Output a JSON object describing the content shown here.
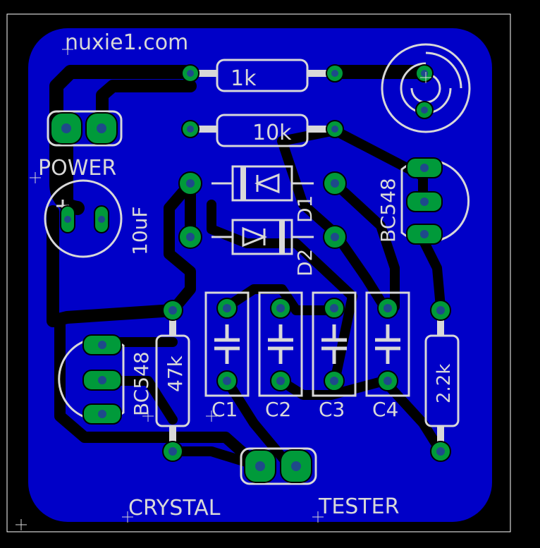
{
  "board": {
    "title": "nuxie1.com",
    "footer_left": "CRYSTAL",
    "footer_right": "TESTER"
  },
  "labels": {
    "power": "POWER",
    "cap_10uf": "10uF",
    "r_1k": "1k",
    "r_10k": "10k",
    "d1": "D1",
    "d2": "D2",
    "bc548_top": "BC548",
    "bc548_bottom": "BC548",
    "r_47k": "47k",
    "r_22k": "2.2k",
    "c1": "C1",
    "c2": "C2",
    "c3": "C3",
    "c4": "C4"
  },
  "colors": {
    "background": "#000000",
    "board": "#0000c8",
    "trace": "#000000",
    "silk": "#d8d8d8",
    "pad": "#009a3a",
    "drill": "#1e4a8a",
    "frame": "#ffffff"
  }
}
